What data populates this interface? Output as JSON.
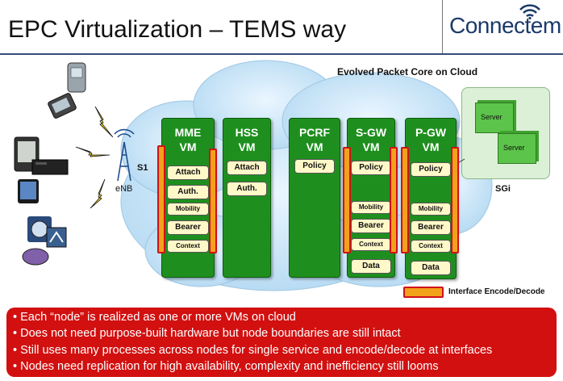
{
  "title": "EPC Virtualization – TEMS way",
  "logo": "Connectem",
  "cloud_label": "Evolved Packet Core on Cloud",
  "enb_label": "eNB",
  "s1_label": "S1",
  "sgi_label": "SGi",
  "servers": [
    "Server",
    "Server"
  ],
  "vms": [
    {
      "title": [
        "MME",
        "VM"
      ],
      "functions": [
        "Attach",
        "Auth.",
        "Mobility",
        "Bearer",
        "Context"
      ]
    },
    {
      "title": [
        "HSS",
        "VM"
      ],
      "functions": [
        "Attach",
        "Auth."
      ]
    },
    {
      "title": [
        "PCRF",
        "VM"
      ],
      "functions": [
        "Policy"
      ]
    },
    {
      "title": [
        "S-GW",
        "VM"
      ],
      "functions": [
        "Policy",
        "Mobility",
        "Bearer",
        "Context",
        "Data"
      ]
    },
    {
      "title": [
        "P-GW",
        "VM"
      ],
      "functions": [
        "Policy",
        "Mobility",
        "Bearer",
        "Context",
        "Data"
      ]
    }
  ],
  "legend": "Interface Encode/Decode",
  "bullets": [
    "• Each “node” is realized as one or more VMs on cloud",
    "• Does not need purpose-built hardware but  node boundaries are still intact",
    "• Still uses many processes across  nodes for single service and encode/decode at interfaces",
    "• Nodes need  replication for high availability, complexity and inefficiency still looms"
  ],
  "colors": {
    "vm_green": "#1e8f1e",
    "interface_orange": "#f2a21a",
    "interface_border": "#d0101a",
    "banner_red": "#d21010",
    "cloud": "#c9e4f7"
  }
}
